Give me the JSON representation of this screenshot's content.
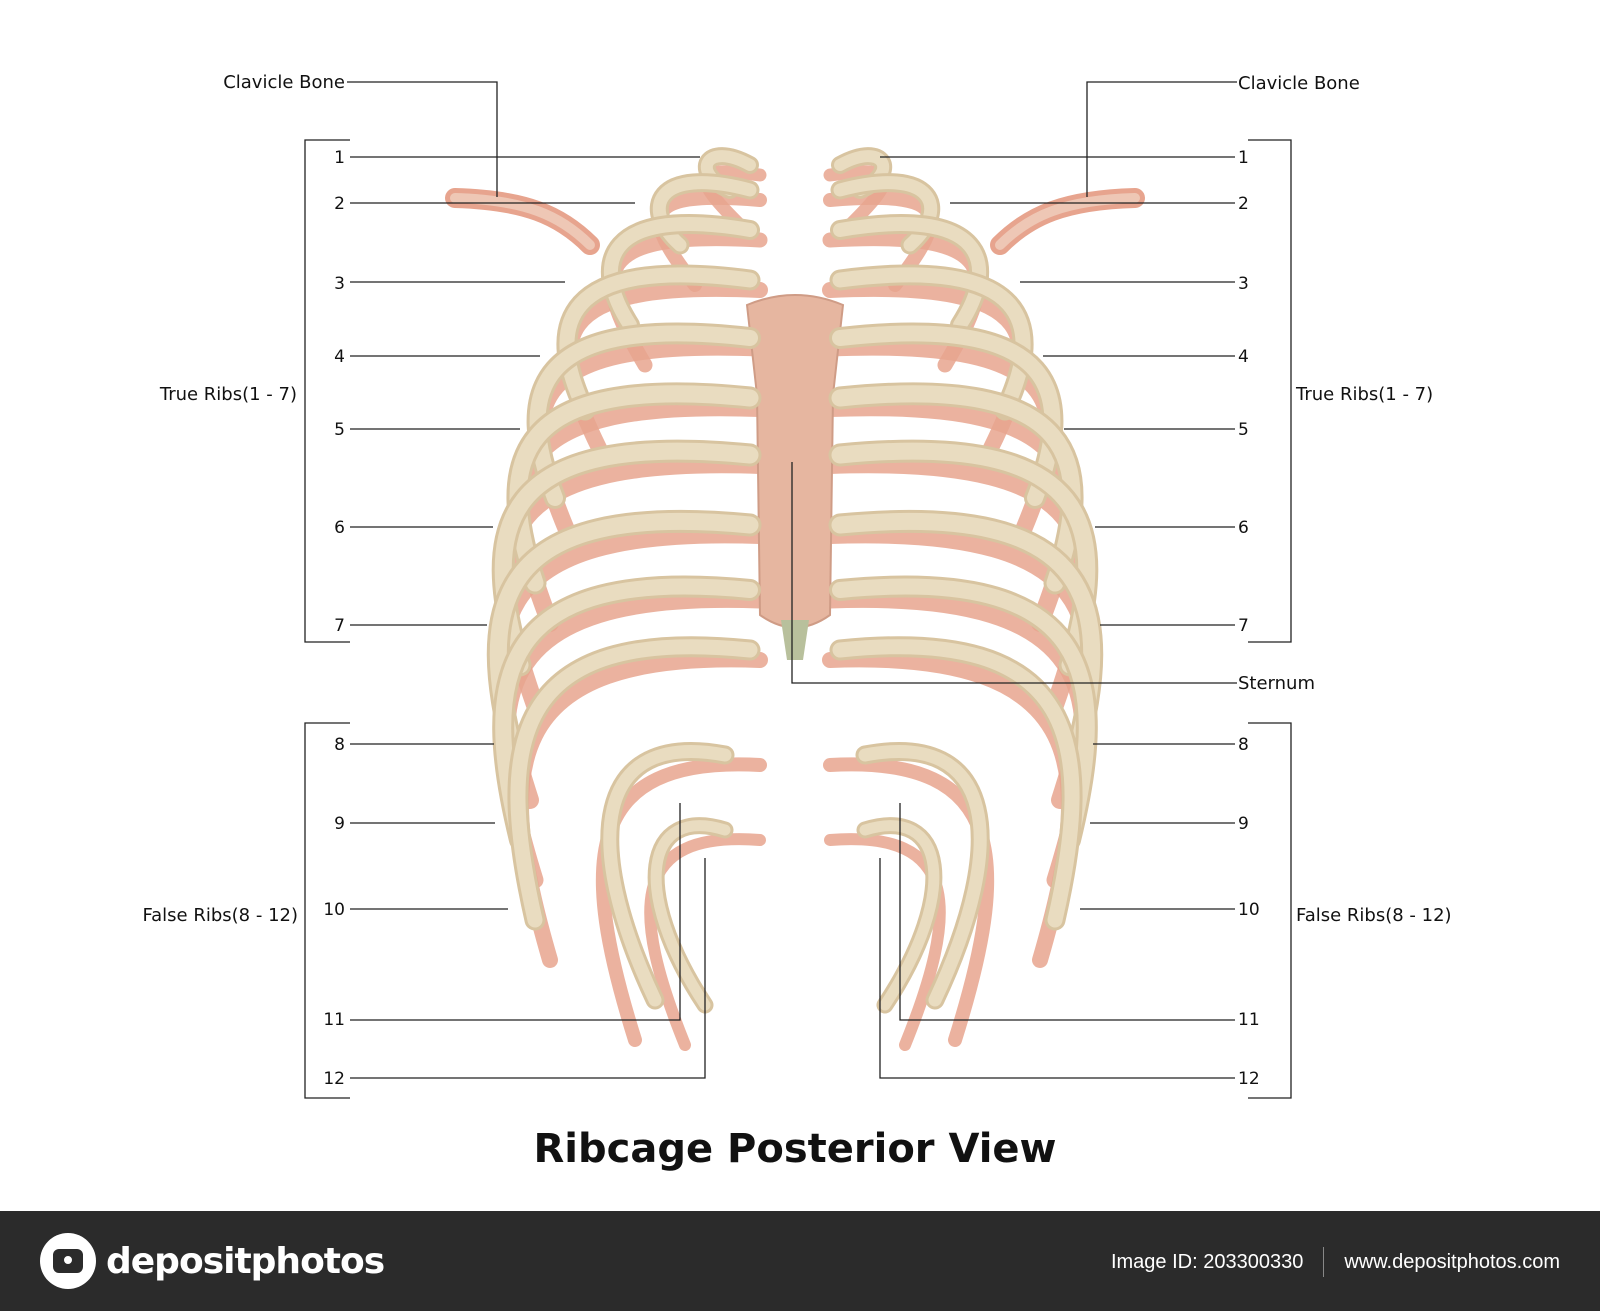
{
  "diagram": {
    "title": "Ribcage Posterior View",
    "labels": {
      "clavicle_left": "Clavicle Bone",
      "clavicle_right": "Clavicle Bone",
      "true_ribs_left": "True Ribs(1 - 7)",
      "true_ribs_right": "True Ribs(1 - 7)",
      "false_ribs_left": "False Ribs(8 - 12)",
      "false_ribs_right": "False Ribs(8 - 12)",
      "sternum": "Sternum"
    },
    "rib_numbers": [
      "1",
      "2",
      "3",
      "4",
      "5",
      "6",
      "7",
      "8",
      "9",
      "10",
      "11",
      "12"
    ],
    "colors": {
      "bone": "#e9dcc0",
      "bone_shade": "#d8c4a0",
      "cartilage_pink": "#e7a48e",
      "sternum": "#e6b6a0",
      "line": "#222222"
    }
  },
  "footer": {
    "brand": "depositphotos",
    "image_id": "Image ID: 203300330",
    "url": "www.depositphotos.com"
  }
}
